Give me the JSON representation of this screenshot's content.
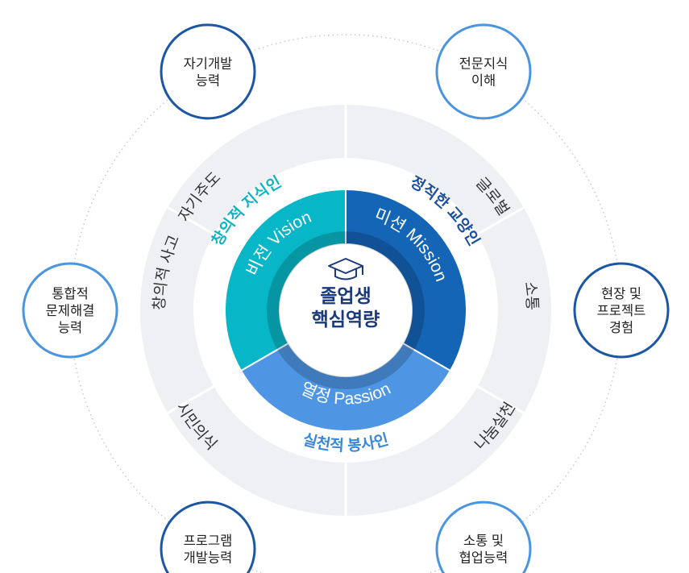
{
  "center": {
    "line1": "졸업생",
    "line2": "핵심역량",
    "icon": "graduation-cap-icon"
  },
  "segments": {
    "vision": {
      "label": "비전 Vision",
      "color": "#08b7c7"
    },
    "mission": {
      "label": "미션 Mission",
      "color": "#1565b7"
    },
    "passion": {
      "label": "열정 Passion",
      "color": "#4e96e3"
    }
  },
  "values": {
    "left": {
      "label": "창의적 지식인",
      "color": "#0fb4c4"
    },
    "right": {
      "label": "정직한 교양인",
      "color": "#1d4fa0"
    },
    "bottom": {
      "label": "실천적 봉사인",
      "color": "#3a87d8"
    }
  },
  "ring": {
    "items": [
      "자기주도",
      "글로벌",
      "소통",
      "나눔실천",
      "시민의식",
      "창의적 사고"
    ]
  },
  "outer_nodes": [
    {
      "lines": [
        "자기개발",
        "능력"
      ],
      "color": "#1d56a3"
    },
    {
      "lines": [
        "전문지식",
        "이해"
      ],
      "color": "#4b95df"
    },
    {
      "lines": [
        "현장 및",
        "프로젝트",
        "경험"
      ],
      "color": "#1d56a3"
    },
    {
      "lines": [
        "소통 및",
        "협업능력"
      ],
      "color": "#4b95df"
    },
    {
      "lines": [
        "프로그램",
        "개발능력"
      ],
      "color": "#1d56a3"
    },
    {
      "lines": [
        "통합적",
        "문제해결",
        "능력"
      ],
      "color": "#4b95df"
    }
  ]
}
